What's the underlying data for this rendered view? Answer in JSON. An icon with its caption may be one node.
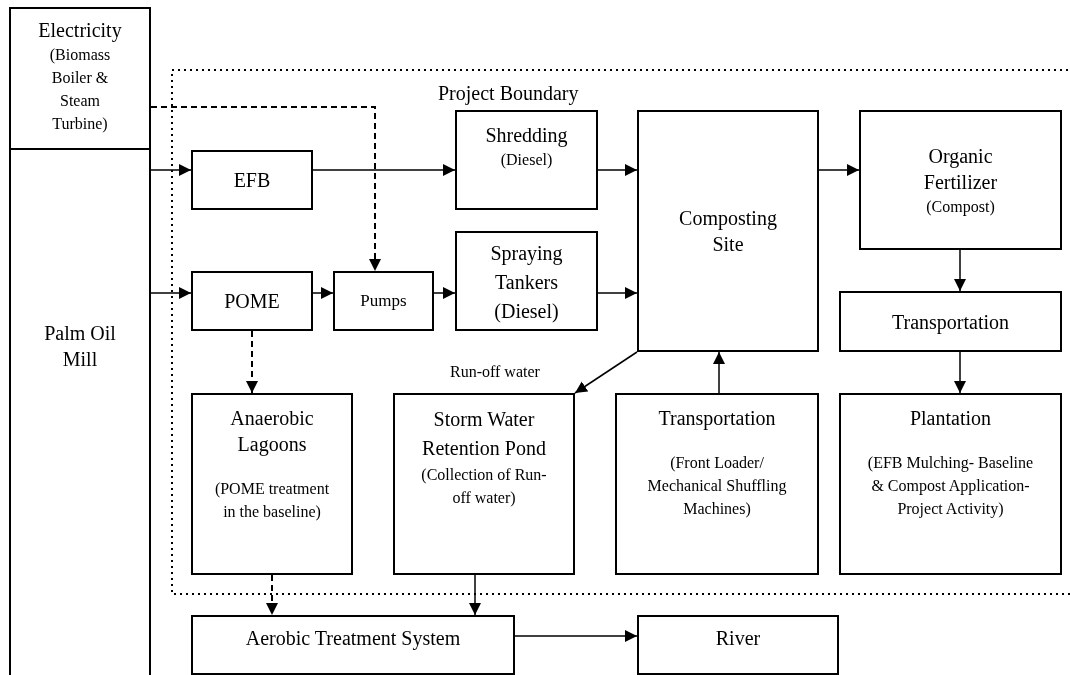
{
  "diagram": {
    "nodes": [
      {
        "text": [
          "Electricity",
          "(Biomass Boiler & Steam Turbine)"
        ]
      },
      {
        "text": [
          "Palm Oil Mill"
        ]
      },
      {
        "text": [
          "Project Boundary"
        ]
      },
      {
        "text": [
          "EFB"
        ],
        "in": 2
      },
      {
        "text": [
          "Shredding",
          "(Diesel)"
        ],
        "in": 2
      },
      {
        "text": [
          "Composting Site"
        ],
        "in": 2
      },
      {
        "text": [
          "Organic Fertilizer",
          "(Compost)"
        ],
        "in": 2
      },
      {
        "text": [
          "POME"
        ],
        "in": 2
      },
      {
        "text": [
          "Pumps"
        ],
        "in": 2
      },
      {
        "text": [
          "Spraying Tankers (Diesel)"
        ],
        "in": 2
      },
      {
        "text": [
          "Transportation"
        ],
        "in": 2
      },
      {
        "text": [
          "Anaerobic Lagoons",
          "(POME treatment in the baseline)"
        ],
        "in": 2
      },
      {
        "text": [
          "Storm Water Retention Pond",
          "(Collection of Run-off water)"
        ],
        "in": 2
      },
      {
        "text": [
          "Transportation",
          "(Front Loader/ Mechanical Shuffling Machines)"
        ],
        "in": 2
      },
      {
        "text": [
          "Plantation",
          "(EFB Mulching- Baseline & Compost Application- Project Activity)"
        ],
        "in": 2
      },
      {
        "text": [
          "Aerobic Treatment System"
        ]
      },
      {
        "text": [
          "River"
        ]
      }
    ],
    "edges": [
      {
        "from": 0,
        "to": 8,
        "arrow": "to",
        "style": "dashed"
      },
      {
        "from": 1,
        "to": 3,
        "arrow": "to"
      },
      {
        "from": 1,
        "to": 7,
        "arrow": "to"
      },
      {
        "from": 3,
        "to": 4,
        "arrow": "to"
      },
      {
        "from": 4,
        "to": 5,
        "arrow": "to"
      },
      {
        "from": 7,
        "to": 8,
        "arrow": "to"
      },
      {
        "from": 8,
        "to": 9,
        "arrow": "to"
      },
      {
        "from": 9,
        "to": 5,
        "arrow": "to"
      },
      {
        "from": 5,
        "to": 6,
        "arrow": "to"
      },
      {
        "from": 7,
        "to": 11,
        "arrow": "to",
        "style": "dashed"
      },
      {
        "from": 5,
        "to": 12,
        "arrow": "to",
        "label": "Run-off water"
      },
      {
        "from": 13,
        "to": 5,
        "arrow": "to"
      },
      {
        "from": 6,
        "to": 10,
        "arrow": "to"
      },
      {
        "from": 10,
        "to": 14,
        "arrow": "to"
      },
      {
        "from": 11,
        "to": 15,
        "arrow": "to",
        "style": "dashed"
      },
      {
        "from": 12,
        "to": 15,
        "arrow": "to"
      },
      {
        "from": 15,
        "to": 16,
        "arrow": "to"
      }
    ]
  }
}
